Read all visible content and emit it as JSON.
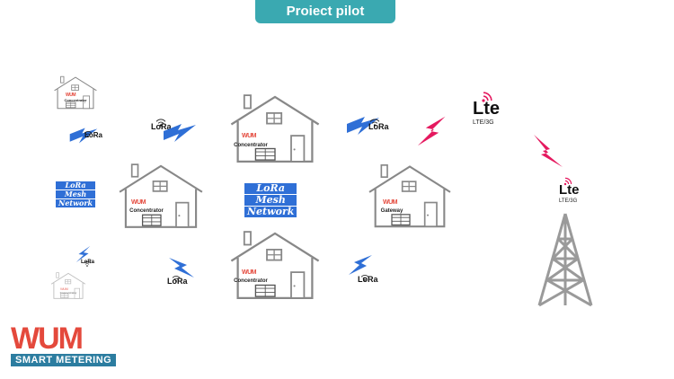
{
  "title": "Proiect pilot",
  "nodes": {
    "concentrator_label": "Concentrator",
    "gateway_label": "Gateway"
  },
  "lora_label": "LoRa",
  "mesh": {
    "line1": "LoRa",
    "line2": "Mesh",
    "line3": "Network"
  },
  "lte": {
    "logo": "Lte",
    "sub": "LTE/3G"
  },
  "brand": {
    "logo_text": "WUM",
    "tagline": "SMART METERING",
    "mini_logo": "WUM"
  },
  "colors": {
    "accent": "#3aa9b1",
    "lightning_blue": "#2f6fd6",
    "lightning_pink": "#e5195f",
    "wum_red": "#e4493c",
    "wum_teal": "#2c7da0"
  }
}
